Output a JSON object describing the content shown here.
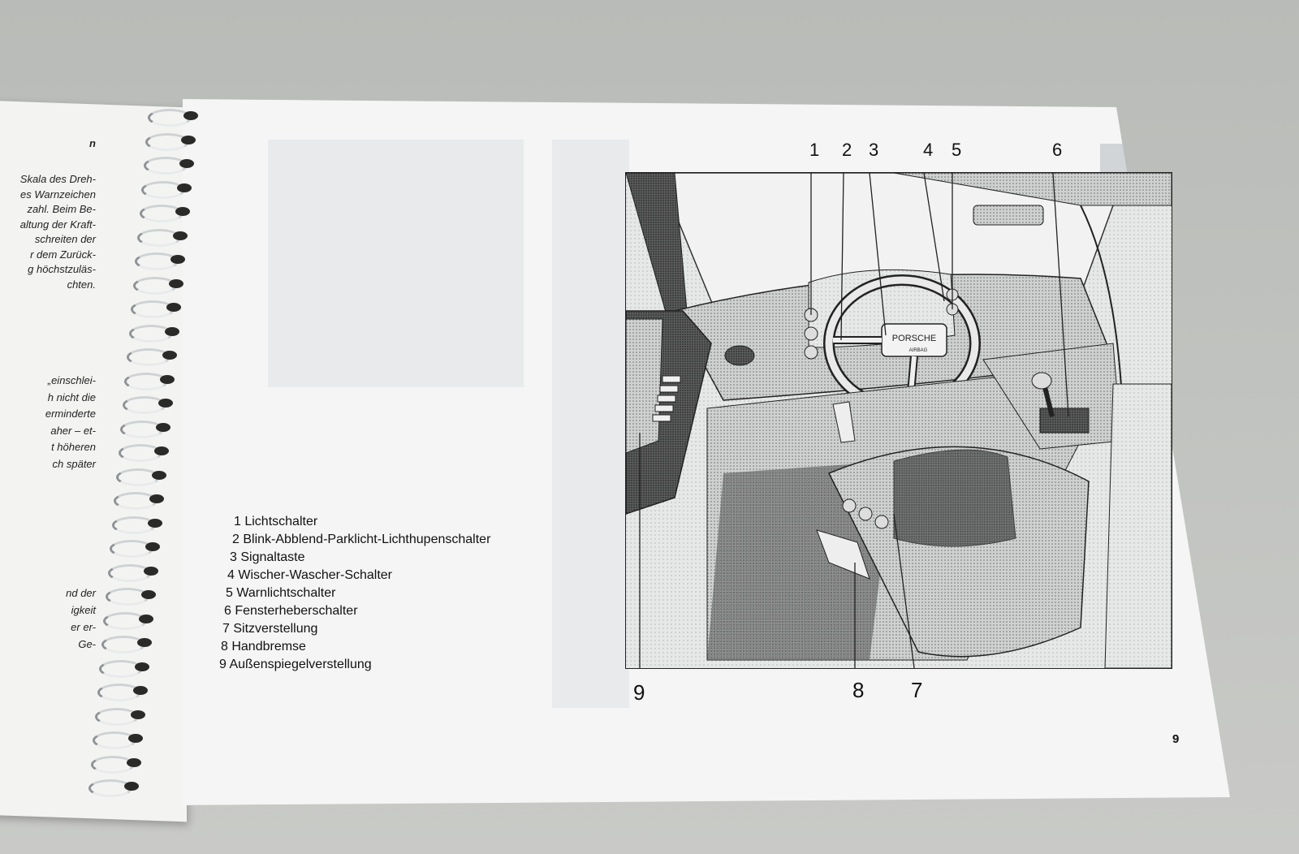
{
  "left_page": {
    "heading_fragment": "n",
    "paragraph1": [
      "Skala des Dreh-",
      "es Warnzeichen",
      "zahl. Beim Be-",
      "altung der Kraft-",
      "schreiten der",
      "r dem Zurück-",
      "g höchstzuläs-",
      "chten."
    ],
    "paragraph2": [
      "„einschlei-",
      "h nicht die",
      "erminderte",
      "aher – et-",
      "t höheren",
      "ch später"
    ],
    "paragraph3": [
      "nd der",
      "igkeit",
      "er er-",
      "Ge-"
    ]
  },
  "legend": {
    "items": [
      "1 Lichtschalter",
      "2 Blink-Abblend-Parklicht-Lichthupenschalter",
      "3 Signaltaste",
      "4 Wischer-Wascher-Schalter",
      "5 Warnlichtschalter",
      "6 Fensterheberschalter",
      "7 Sitzverstellung",
      "8 Handbremse",
      "9 Außenspiegelverstellung"
    ]
  },
  "figure": {
    "callouts_top": [
      "1",
      "2",
      "3",
      "4",
      "5",
      "6"
    ],
    "callouts_bottom": [
      "9",
      "8",
      "7"
    ],
    "steering_badge": "PORSCHE",
    "airbag_label": "AIRBAG"
  },
  "page_number": "9"
}
